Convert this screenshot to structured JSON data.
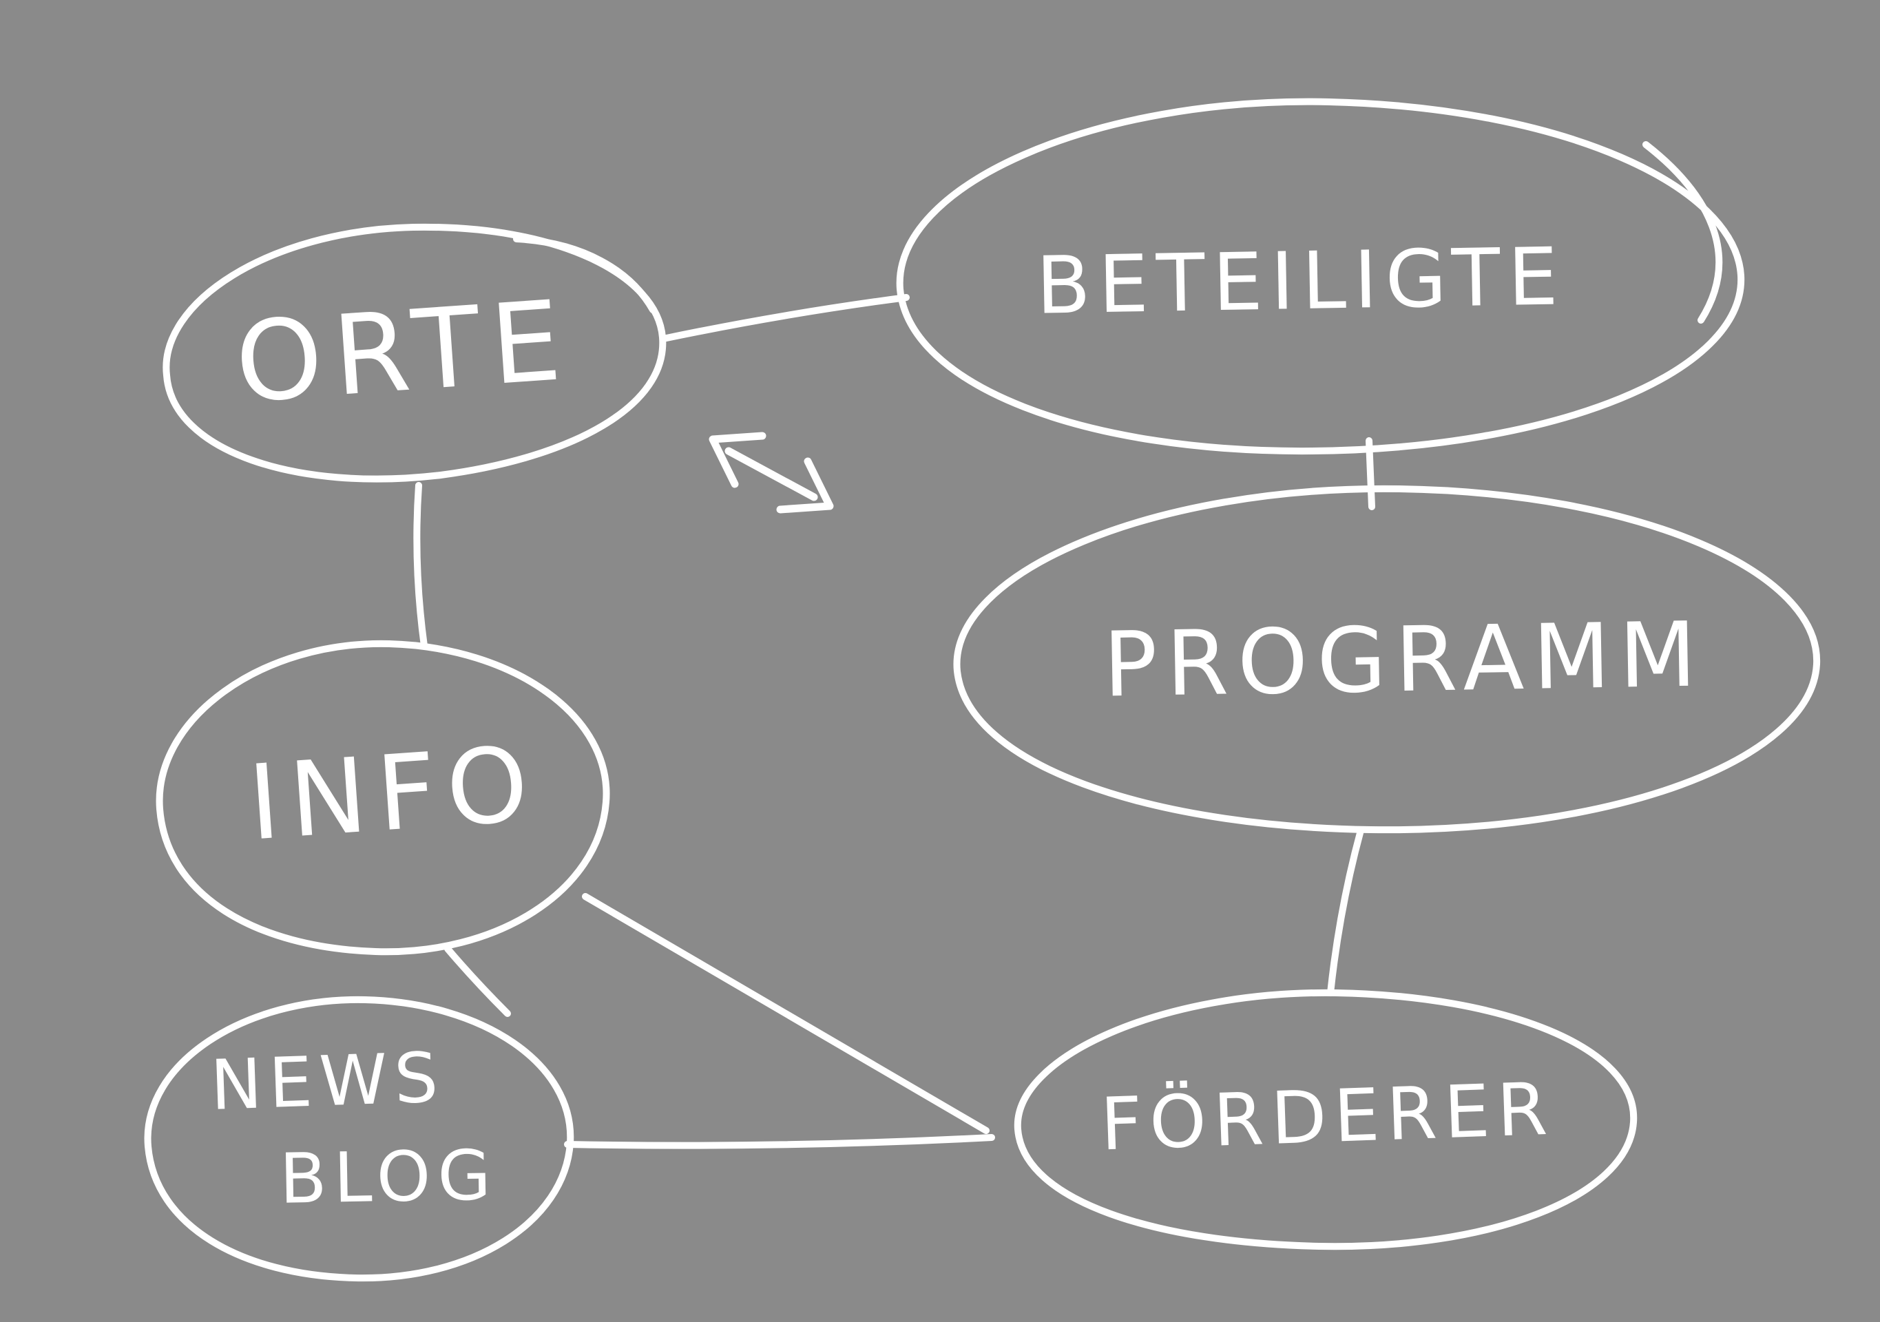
{
  "diagram": {
    "colors": {
      "background": "#8a8a8a",
      "ink": "#ffffff"
    },
    "nodes": [
      {
        "id": "orte",
        "label": "ORTE"
      },
      {
        "id": "beteiligte",
        "label": "BETEILIGTE"
      },
      {
        "id": "programm",
        "label": "PROGRAMM"
      },
      {
        "id": "info",
        "label": "INFO"
      },
      {
        "id": "news-blog",
        "label": "NEWS BLOG",
        "lines": [
          "NEWS",
          "BLOG"
        ]
      },
      {
        "id": "foerderer",
        "label": "FÖRDERER"
      }
    ],
    "edges": [
      {
        "from": "orte",
        "to": "beteiligte"
      },
      {
        "from": "orte",
        "to": "info"
      },
      {
        "from": "info",
        "to": "news-blog"
      },
      {
        "from": "beteiligte",
        "to": "programm"
      },
      {
        "from": "programm",
        "to": "foerderer"
      },
      {
        "from": "info",
        "to": "foerderer"
      },
      {
        "from": "news-blog",
        "to": "foerderer"
      }
    ],
    "symbols": [
      {
        "id": "double-arrow",
        "type": "bidirectional-arrow"
      }
    ]
  }
}
